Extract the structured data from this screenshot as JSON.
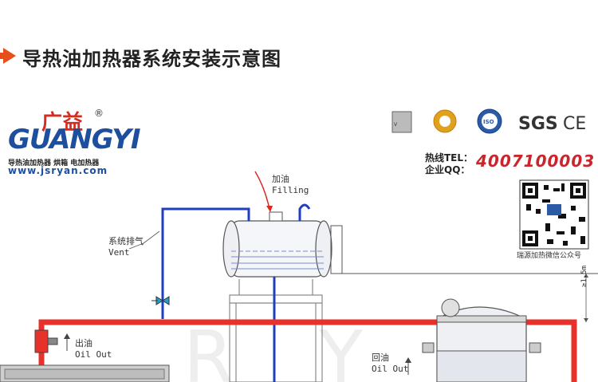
{
  "header": {
    "title": "导热油加热器系统安装示意图"
  },
  "logo": {
    "cn_name": "广益",
    "registered": "®",
    "en_name": "GUANGYI",
    "tagline": "导热油加热器 烘箱 电加热器",
    "url": "www.jsryan.com"
  },
  "certs": {
    "sgs": "SGS",
    "ce": "CE",
    "iso": "ISO"
  },
  "contact": {
    "hotline_label": "热线TEL：",
    "qq_label": "企业QQ：",
    "number": "4007100003",
    "qr_caption": "瑞源加热微信公众号"
  },
  "labels": {
    "filling_cn": "加油",
    "filling_en": "Filling",
    "vent_cn": "系统排气",
    "vent_en": "Vent",
    "oil_out_cn": "出油",
    "oil_out_en": "Oil Out",
    "oil_return_cn": "回油",
    "oil_return_en": "Oil Out",
    "height": "≥1.5m"
  },
  "colors": {
    "hot_pipe": "#e8312a",
    "cold_pipe": "#1f3fbf",
    "accent": "#e84e1b",
    "brand_blue": "#1d4f9e"
  },
  "icons": [
    "arrow-right-icon",
    "sgs-seal-icon",
    "iso-seal-icon",
    "ce-mark-icon",
    "qr-code-icon",
    "valve-icon",
    "filling-arrow-icon"
  ]
}
